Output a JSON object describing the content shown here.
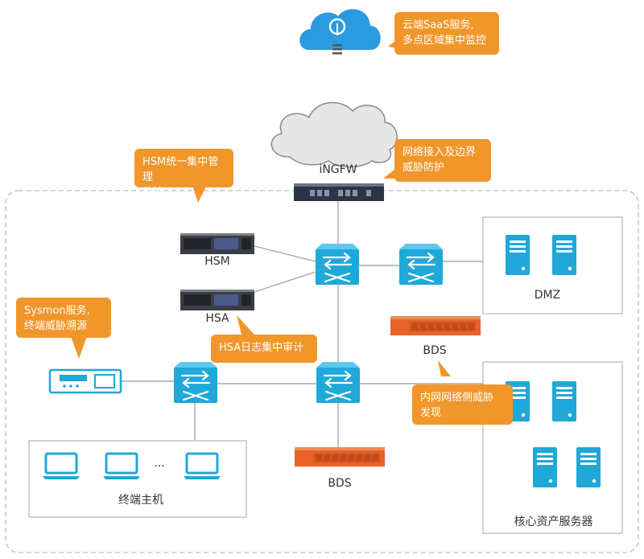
{
  "callouts": {
    "cloud_saas": "云端SaaS服务,\n多点区域集中监控",
    "hsm_mgmt": "HSM统一集中管理\n监控",
    "ingfw_edge": "网络接入及边界\n威胁防护",
    "sysmon": "Sysmon服务,\n终端威胁溯源",
    "hsa_audit": "HSA日志集中审计",
    "intranet_detect": "内网网络侧威胁\n发现"
  },
  "labels": {
    "ingfw": "iNGFW",
    "hsm": "HSM",
    "hsa": "HSA",
    "dmz": "DMZ",
    "bds_top": "BDS",
    "bds_bottom": "BDS",
    "endpoints": "终端主机",
    "core_servers": "核心资产服务器",
    "ellipsis": "..."
  },
  "colors": {
    "accent_orange": "#f1962a",
    "switch_cyan": "#1fa8d8",
    "cloud_blue": "#2a9be0",
    "firewall_orange": "#e8622a",
    "line_gray": "#a8a8a8"
  },
  "icons": [
    "lightbulb-cloud-icon",
    "internet-cloud-icon",
    "firewall-appliance-icon",
    "rack-server-icon",
    "network-switch-icon",
    "sensor-appliance-icon",
    "laptop-icon",
    "tower-server-icon"
  ]
}
